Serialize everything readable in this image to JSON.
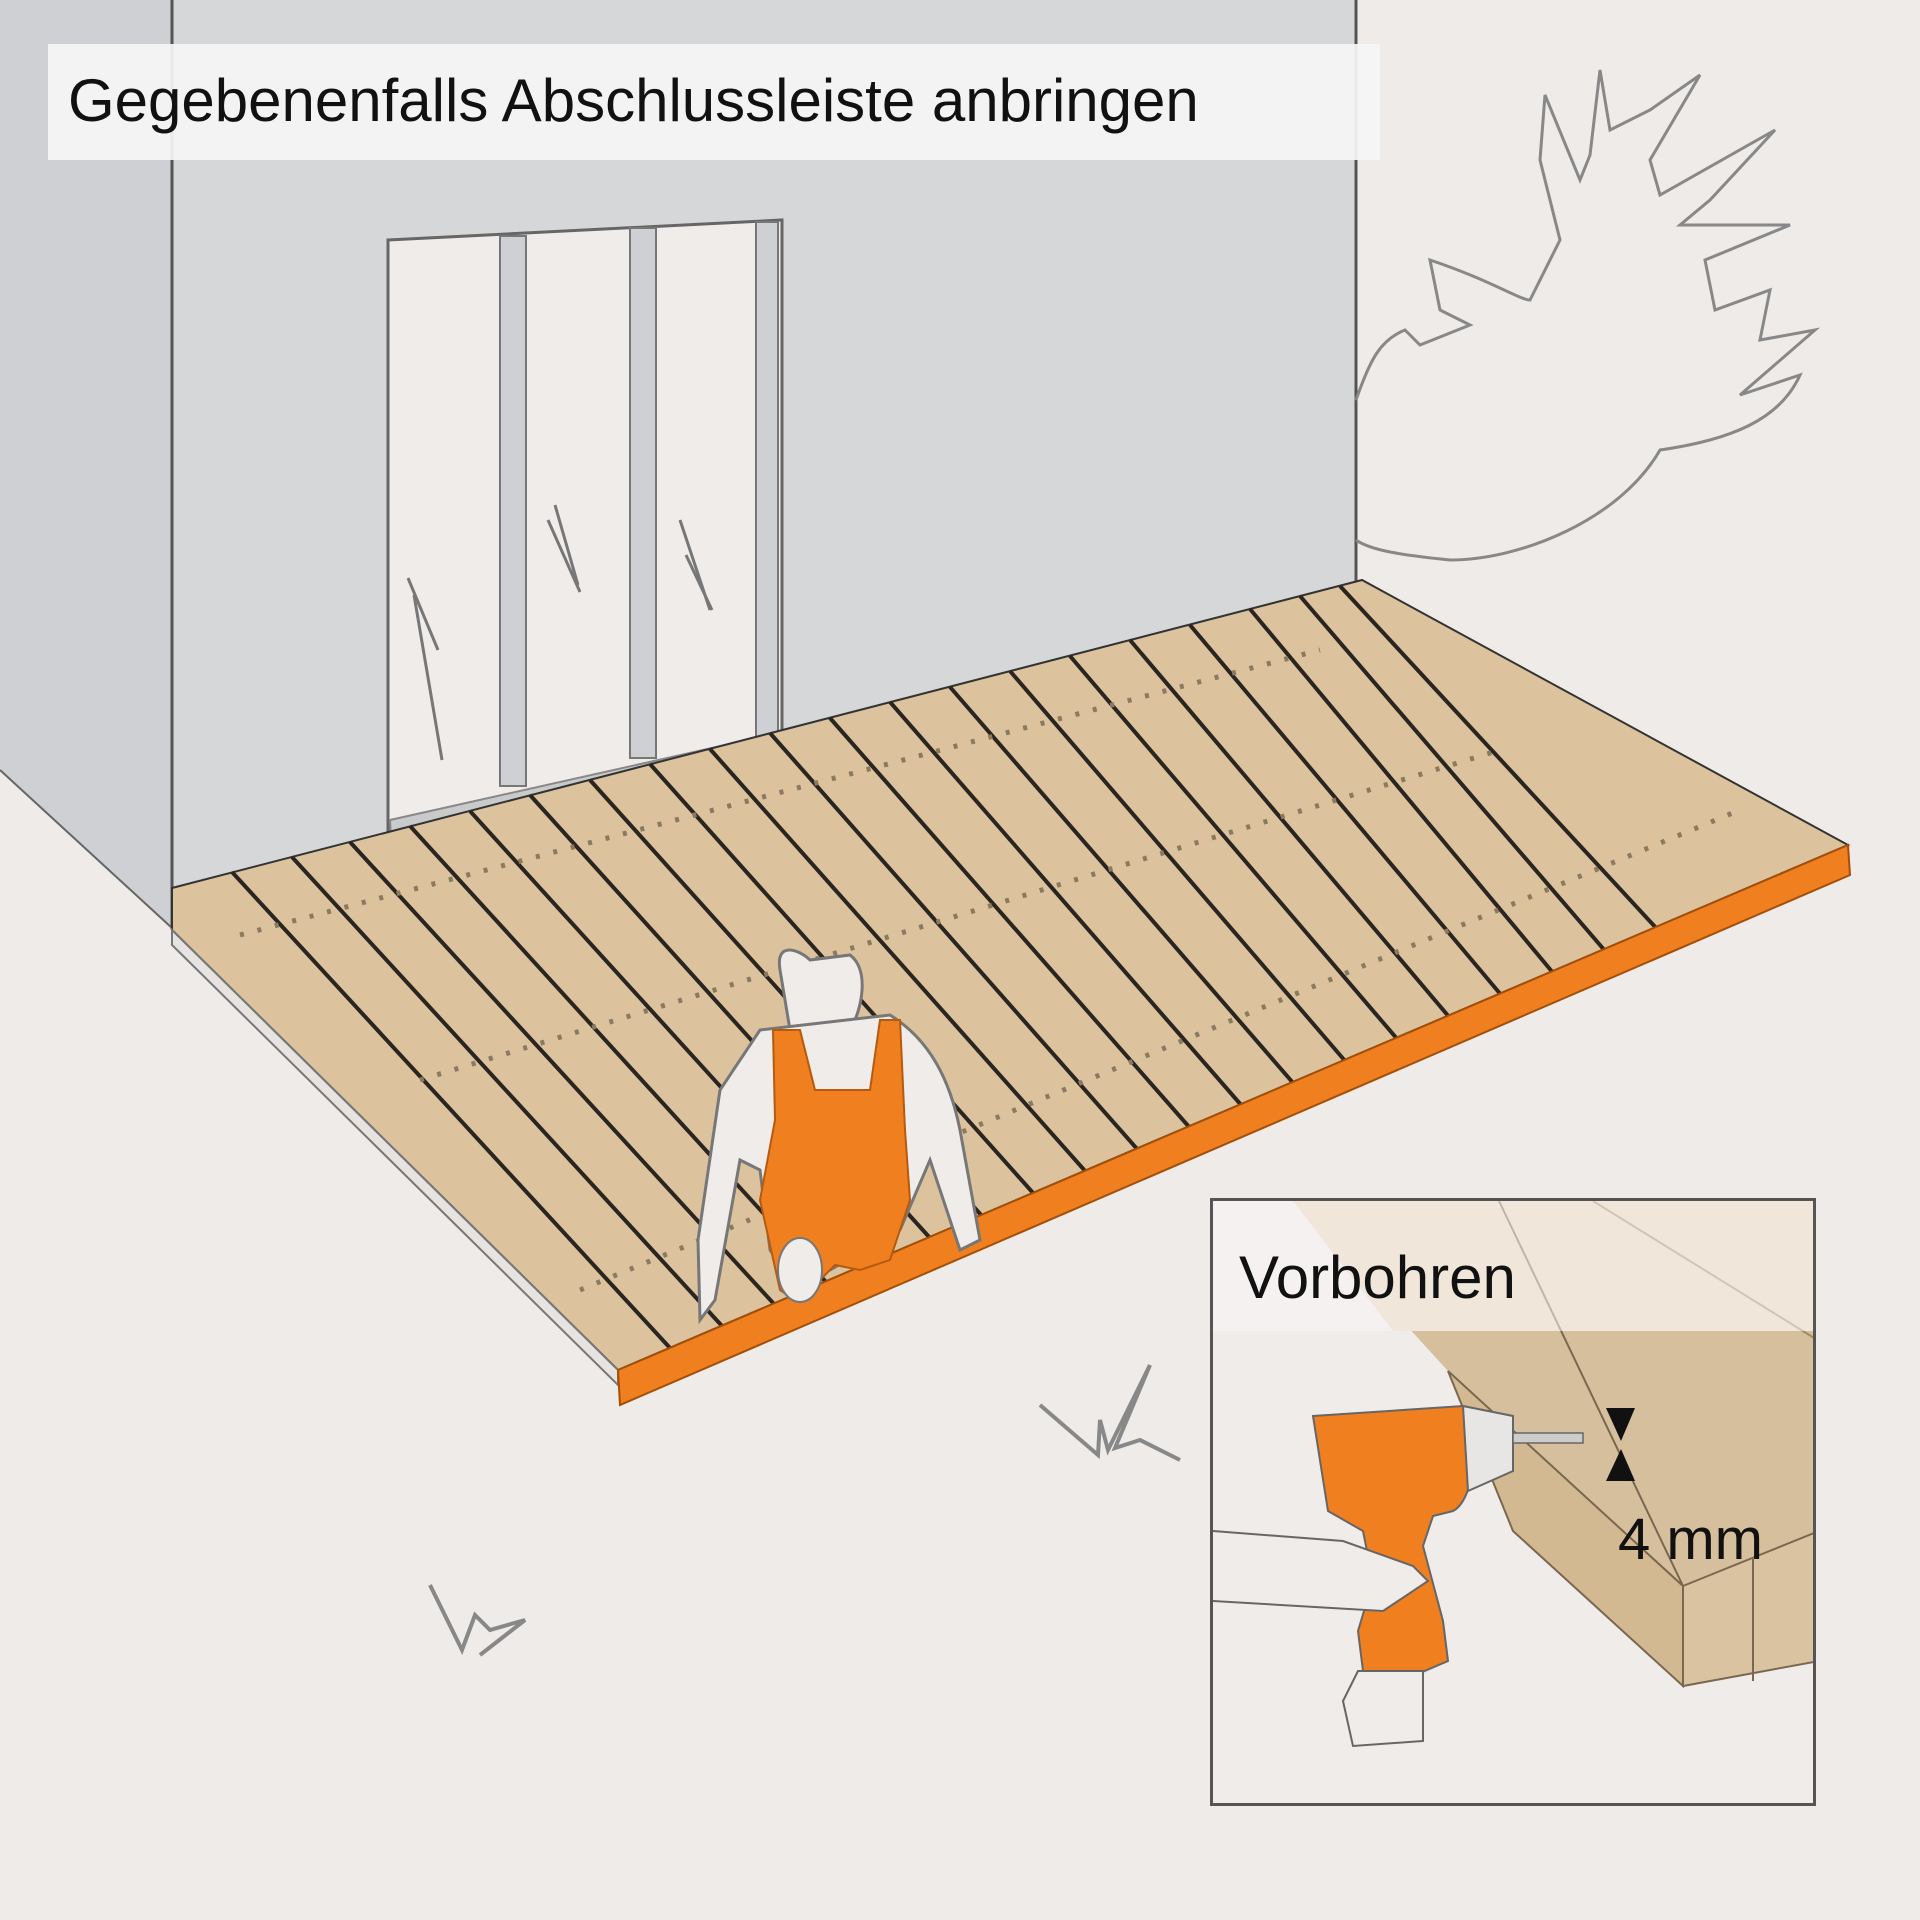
{
  "caption": {
    "text": "Gegebenenfalls Abschlussleiste anbringen"
  },
  "inset": {
    "label": "Vorbohren",
    "measurement": "4 mm"
  },
  "colors": {
    "background": "#eeebe8",
    "wall": "#d5d6d8",
    "wall_side": "#cfd0d3",
    "deck_board": "#dcc39e",
    "deck_line": "#2a2520",
    "edge_strip": "#f07f1f",
    "outline": "#8a8a8a"
  }
}
